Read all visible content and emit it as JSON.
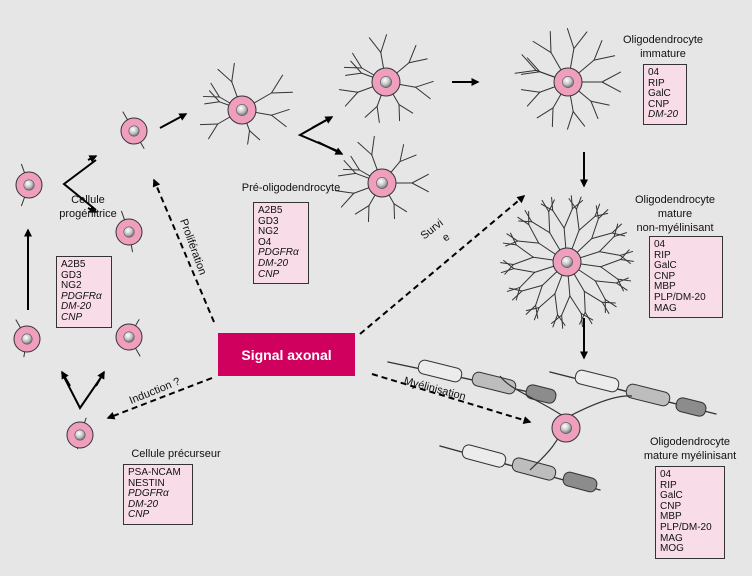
{
  "title": "",
  "colors": {
    "background": "#e6e6e6",
    "cell": "#ef9fbd",
    "marker_box": "#f8dde8",
    "signal": "#d0005e"
  },
  "signal": {
    "label": "Signal axonal"
  },
  "arrows": {
    "proliferation": "Prolifération",
    "induction": "Induction ?",
    "survie_1": "Survi",
    "survie_2": "e",
    "myelinisation": "Myélinisation"
  },
  "stages": {
    "precursor": {
      "title": "Cellule précurseur",
      "markers": [
        {
          "text": "PSA-NCAM",
          "italic": false
        },
        {
          "text": "NESTIN",
          "italic": false
        },
        {
          "text": "PDGFRα",
          "italic": true
        },
        {
          "text": "DM-20",
          "italic": true
        },
        {
          "text": "CNP",
          "italic": true
        }
      ]
    },
    "progenitor": {
      "title_1": "Cellule",
      "title_2": "progénitrice",
      "markers": [
        {
          "text": "A2B5",
          "italic": false
        },
        {
          "text": "GD3",
          "italic": false
        },
        {
          "text": "NG2",
          "italic": false
        },
        {
          "text": "PDGFRα",
          "italic": true
        },
        {
          "text": "DM-20",
          "italic": true
        },
        {
          "text": "CNP",
          "italic": true
        }
      ]
    },
    "pre_oligo": {
      "title": "Pré-oligodendrocyte",
      "markers": [
        {
          "text": "A2B5",
          "italic": false
        },
        {
          "text": "GD3",
          "italic": false
        },
        {
          "text": "NG2",
          "italic": false
        },
        {
          "text": "O4",
          "italic": false
        },
        {
          "text": "PDGFRα",
          "italic": true
        },
        {
          "text": "DM-20",
          "italic": true
        },
        {
          "text": "CNP",
          "italic": true
        }
      ]
    },
    "immature": {
      "title_1": "Oligodendrocyte",
      "title_2": "immature",
      "markers": [
        {
          "text": "04",
          "italic": false
        },
        {
          "text": "RIP",
          "italic": false
        },
        {
          "text": "GalC",
          "italic": false
        },
        {
          "text": "CNP",
          "italic": false
        },
        {
          "text": "DM-20",
          "italic": true
        }
      ]
    },
    "mature_non": {
      "title_1": "Oligodendrocyte",
      "title_2": "mature",
      "title_3": "non-myélinisant",
      "markers": [
        {
          "text": "04",
          "italic": false
        },
        {
          "text": "RIP",
          "italic": false
        },
        {
          "text": "GalC",
          "italic": false
        },
        {
          "text": "CNP",
          "italic": false
        },
        {
          "text": "MBP",
          "italic": false
        },
        {
          "text": "PLP/DM-20",
          "italic": false
        },
        {
          "text": "MAG",
          "italic": false
        }
      ]
    },
    "mature_myel": {
      "title_1": "Oligodendrocyte",
      "title_2": "mature myélinisant",
      "markers": [
        {
          "text": "04",
          "italic": false
        },
        {
          "text": "RIP",
          "italic": false
        },
        {
          "text": "GalC",
          "italic": false
        },
        {
          "text": "CNP",
          "italic": false
        },
        {
          "text": "MBP",
          "italic": false
        },
        {
          "text": "PLP/DM-20",
          "italic": false
        },
        {
          "text": "MAG",
          "italic": false
        },
        {
          "text": "MOG",
          "italic": false
        }
      ]
    }
  }
}
